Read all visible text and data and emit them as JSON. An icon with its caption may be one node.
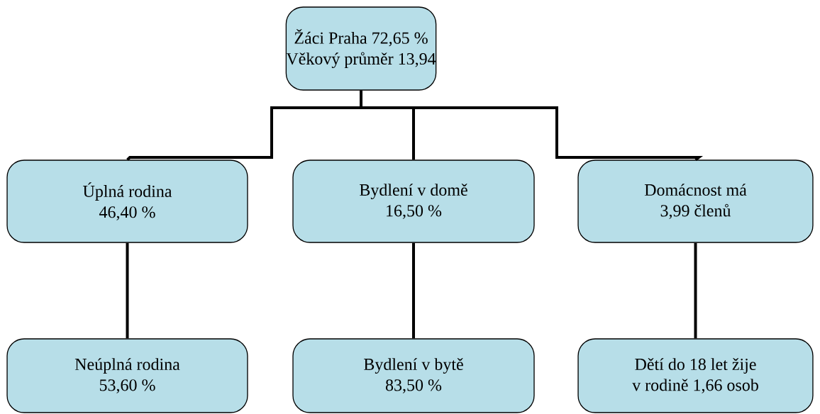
{
  "diagram": {
    "nodes": [
      {
        "text": [
          "Žáci Praha 72,65 %",
          "Věkový průměr 13,94"
        ]
      },
      {
        "text": [
          "Úplná rodina",
          "46,40 %"
        ]
      },
      {
        "text": [
          "Bydlení v domě",
          "16,50 %"
        ]
      },
      {
        "text": [
          "Domácnost má",
          "3,99 členů"
        ]
      },
      {
        "text": [
          "Neúplná rodina",
          "53,60 %"
        ]
      },
      {
        "text": [
          "Bydlení v bytě",
          "83,50 %"
        ]
      },
      {
        "text": [
          "Dětí do 18 let žije",
          "v rodině 1,66 osob"
        ]
      }
    ],
    "edges": [
      {
        "from": 0,
        "to": 1,
        "arrow": "none"
      },
      {
        "from": 0,
        "to": 2,
        "arrow": "none"
      },
      {
        "from": 0,
        "to": 3,
        "arrow": "none"
      },
      {
        "from": 1,
        "to": 4,
        "arrow": "none"
      },
      {
        "from": 2,
        "to": 5,
        "arrow": "none"
      },
      {
        "from": 3,
        "to": 6,
        "arrow": "none"
      }
    ]
  }
}
